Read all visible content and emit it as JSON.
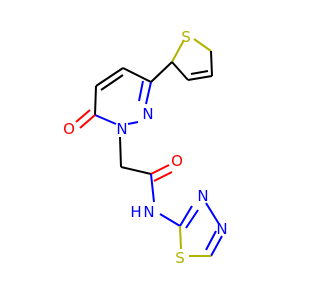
{
  "diagram": {
    "atoms": {
      "o_ketone": "O",
      "n1_ring": "N",
      "n2_ring": "N",
      "s_thiophene": "S",
      "o_amide": "O",
      "n_amide": "N",
      "h_amide": "H",
      "n_thiadiazole_1": "N",
      "n_thiadiazole_2": "N",
      "s_thiadiazole": "S"
    },
    "colors": {
      "carbon_bond": "#000000",
      "oxygen": "#ff0000",
      "nitrogen": "#0000ff",
      "sulfur": "#b2b200"
    }
  }
}
